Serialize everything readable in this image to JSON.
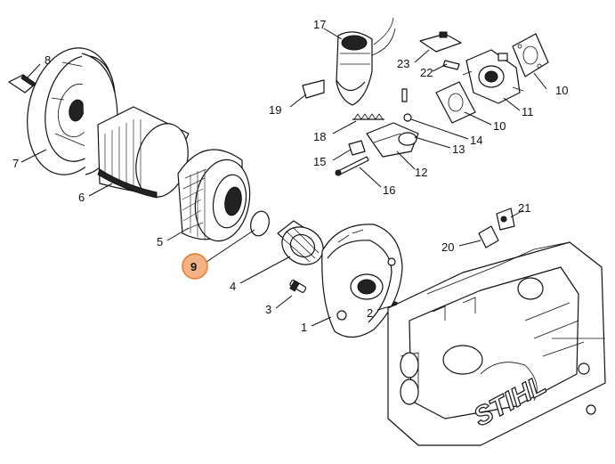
{
  "diagram": {
    "brand_mark": "STIHL",
    "highlight_color": "#f4b183",
    "highlight_border": "#e07b2a",
    "callouts": [
      {
        "id": "1",
        "text": "1"
      },
      {
        "id": "2",
        "text": "2"
      },
      {
        "id": "3",
        "text": "3"
      },
      {
        "id": "4",
        "text": "4"
      },
      {
        "id": "5",
        "text": "5"
      },
      {
        "id": "6",
        "text": "6"
      },
      {
        "id": "7",
        "text": "7"
      },
      {
        "id": "8",
        "text": "8"
      },
      {
        "id": "9",
        "text": "9",
        "highlighted": true
      },
      {
        "id": "10a",
        "text": "10"
      },
      {
        "id": "10b",
        "text": "10"
      },
      {
        "id": "11",
        "text": "11"
      },
      {
        "id": "12",
        "text": "12"
      },
      {
        "id": "13",
        "text": "13"
      },
      {
        "id": "14",
        "text": "14"
      },
      {
        "id": "15",
        "text": "15"
      },
      {
        "id": "16",
        "text": "16"
      },
      {
        "id": "17",
        "text": "17"
      },
      {
        "id": "18",
        "text": "18"
      },
      {
        "id": "19",
        "text": "19"
      },
      {
        "id": "20",
        "text": "20"
      },
      {
        "id": "21",
        "text": "21"
      },
      {
        "id": "22",
        "text": "22"
      },
      {
        "id": "23",
        "text": "23"
      }
    ]
  }
}
